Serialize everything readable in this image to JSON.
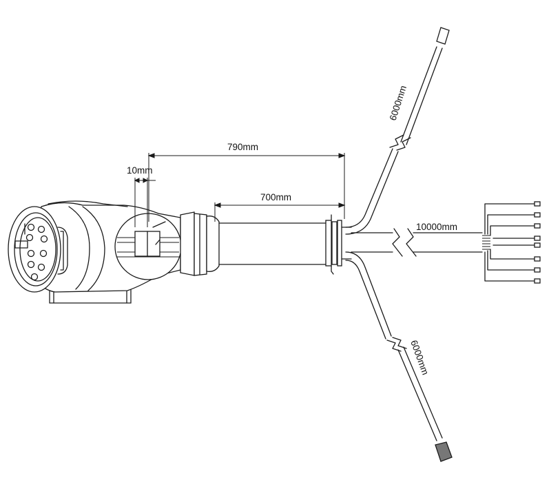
{
  "labels": {
    "overall_length": "790mm",
    "plug_gap": "10mm",
    "sleeve_length": "700mm",
    "main_cable": "10000mm",
    "upper_branch": "6000mm",
    "lower_branch": "6000mm"
  },
  "colors": {
    "line": "#1a1a1a",
    "background": "#ffffff",
    "branch_end_cap": "#777777"
  },
  "icons": {
    "plug": "trailer-plug-13pin-icon",
    "breaks": "cable-break-zigzag-icon"
  }
}
